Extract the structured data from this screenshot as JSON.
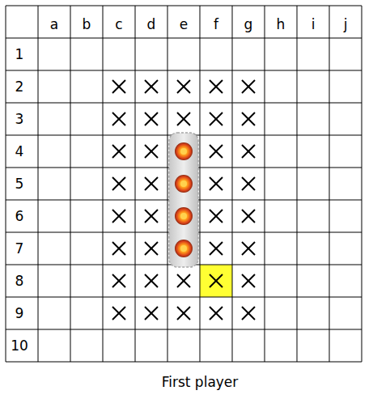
{
  "diagram": {
    "caption": "First player",
    "labels": [
      "a",
      "b",
      "c",
      "d",
      "e",
      "f",
      "g",
      "h",
      "i",
      "j",
      "1",
      "2",
      "3",
      "4",
      "5",
      "6",
      "7",
      "8",
      "9",
      "10"
    ]
  }
}
